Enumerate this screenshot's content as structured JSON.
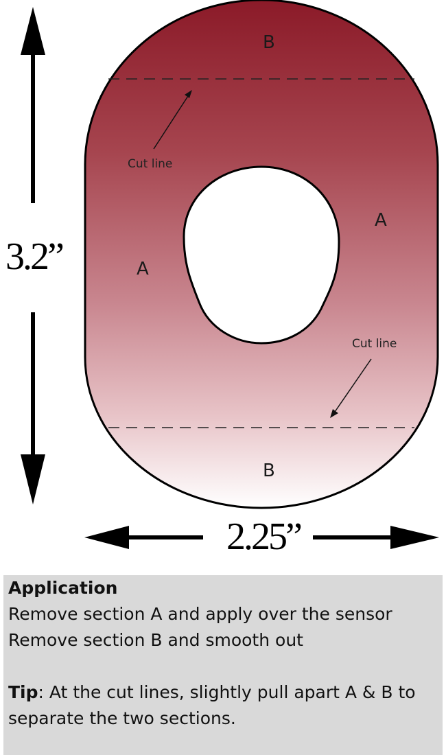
{
  "diagram": {
    "height_dimension": "3.2”",
    "width_dimension": "2.25”",
    "sections": {
      "top": "B",
      "left": "A",
      "right": "A",
      "bottom": "B"
    },
    "cut_labels": [
      "Cut line",
      "Cut line"
    ],
    "colors": {
      "gradient_top": "#8b1a28",
      "gradient_mid": "#c0727c",
      "gradient_bottom": "#ffffff",
      "outline": "#000000"
    }
  },
  "info": {
    "title": "Application",
    "steps": [
      "Remove section A and apply over the sensor",
      "Remove section B and smooth out"
    ],
    "tip_label": "Tip",
    "tip_text": ": At the cut lines, slightly pull apart A & B to separate the two sections."
  }
}
